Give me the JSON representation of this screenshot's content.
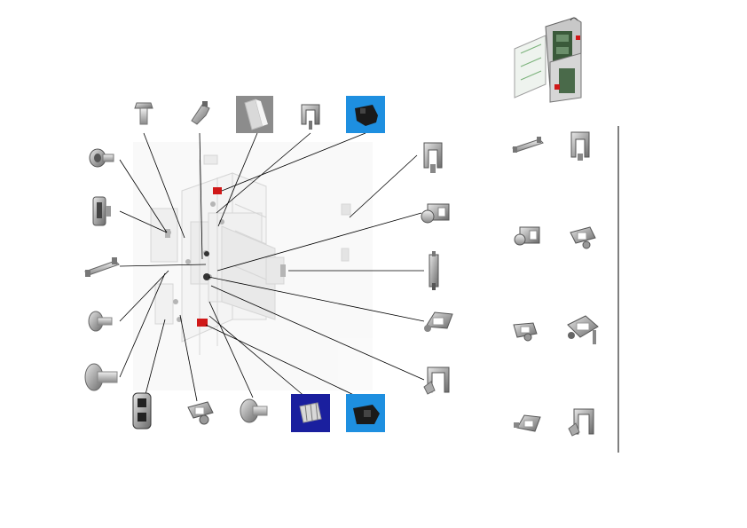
{
  "diagram": {
    "type": "exploded-parts-view",
    "colors": {
      "background": "#ffffff",
      "callout_line": "#000000",
      "part_metal": "#9a9a9a",
      "part_dark": "#555555",
      "highlight_red": "#d01818",
      "photo_blue": "#1e8fe0",
      "photo_navy": "#1a1f9e",
      "photo_gray": "#8c8c8c",
      "divider": "#000000"
    },
    "parts_left_column": [
      "screw-washer-icon",
      "edge-clip-icon",
      "rail-clip-icon",
      "short-pin-icon",
      "long-pin-icon"
    ],
    "parts_top_row": [
      "hex-bolt-icon",
      "spring-clip-icon",
      "standoff-photo",
      "bracket-clip-icon",
      "connector-photo-blue"
    ],
    "parts_right_column": [
      "bracket-clip-icon",
      "cable-clamp-icon",
      "tall-clip-icon",
      "latch-clip-icon",
      "frame-clip-icon"
    ],
    "parts_bottom_row": [
      "dark-clip-icon",
      "retainer-clip-icon",
      "pin-icon",
      "header-photo-navy",
      "connector-photo-blue"
    ],
    "legend_grid": [
      "rail-clip-icon",
      "bracket-clip-icon",
      "cable-clamp-icon",
      "retainer-clip-icon",
      "retainer-clip-icon",
      "latch-clip-icon",
      "latch-clip-icon",
      "frame-clip-icon"
    ],
    "overview_icon": "chassis-overview-icon"
  }
}
